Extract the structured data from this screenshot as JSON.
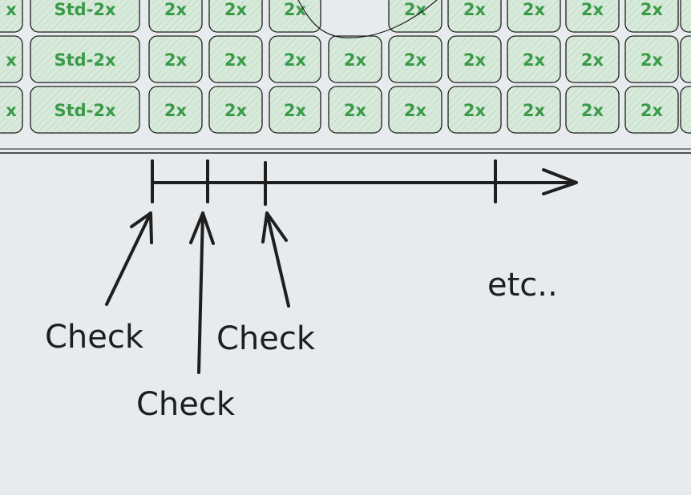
{
  "grid": {
    "rows": [
      [
        "x",
        "Std-2x",
        "2x",
        "2x",
        "2x",
        "",
        "2x",
        "2x",
        "2x",
        "2x",
        "2x",
        ""
      ],
      [
        "x",
        "Std-2x",
        "2x",
        "2x",
        "2x",
        "2x",
        "2x",
        "2x",
        "2x",
        "2x",
        "2x",
        ""
      ],
      [
        "x",
        "Std-2x",
        "2x",
        "2x",
        "2x",
        "2x",
        "2x",
        "2x",
        "2x",
        "2x",
        "2x",
        ""
      ]
    ]
  },
  "timeline": {
    "labels": {
      "check_left": "Check",
      "check_right": "Check",
      "check_bottom": "Check",
      "etc": "etc.."
    }
  },
  "colors": {
    "background": "#e8ebee",
    "cell_fill": "#d9eadc",
    "cell_hatch": "#b5dbbc",
    "cell_text": "#3a9a48",
    "ink": "#1e1e1e"
  }
}
